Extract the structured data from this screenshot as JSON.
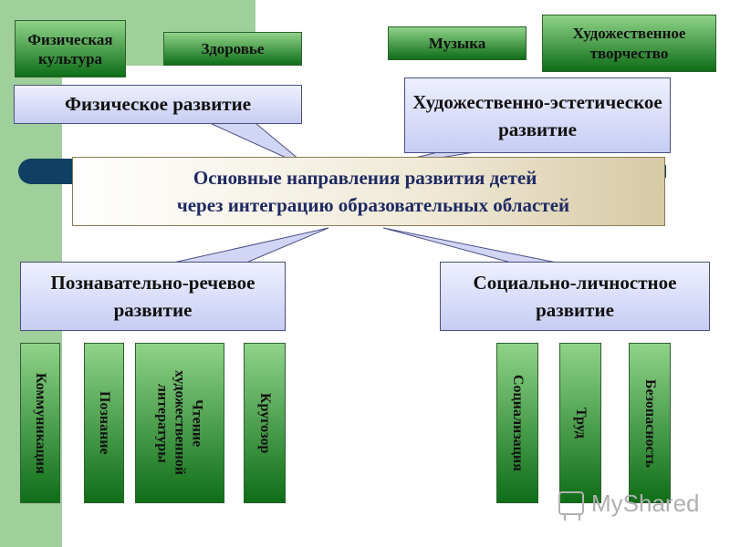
{
  "top_boxes": {
    "physical_culture": "Физическая культура",
    "health": "Здоровье",
    "music": "Музыка",
    "art_creativity": "Художественное творчество"
  },
  "callouts": {
    "physical": "Физическое развитие",
    "aesthetic": "Художественно-эстетическое развитие",
    "cognitive": "Познавательно-речевое развитие",
    "social": "Социально-личностное развитие"
  },
  "center": {
    "line1": "Основные направления развития детей",
    "line2": "через интеграцию образовательных областей"
  },
  "bottom_boxes": {
    "communication": "Коммуникация",
    "cognition": "Познание",
    "reading": "Чтение художественной литературы",
    "outlook": "Кругозор",
    "socialization": "Социализация",
    "labor": "Труд",
    "safety": "Безопасность"
  },
  "watermark": "MyShared",
  "colors": {
    "green_top": "#8fd388",
    "green_bottom": "#0e6e17",
    "lavender": "#c7cdf3",
    "navy": "#0f3f63",
    "side_band": "#9fcf9a"
  }
}
